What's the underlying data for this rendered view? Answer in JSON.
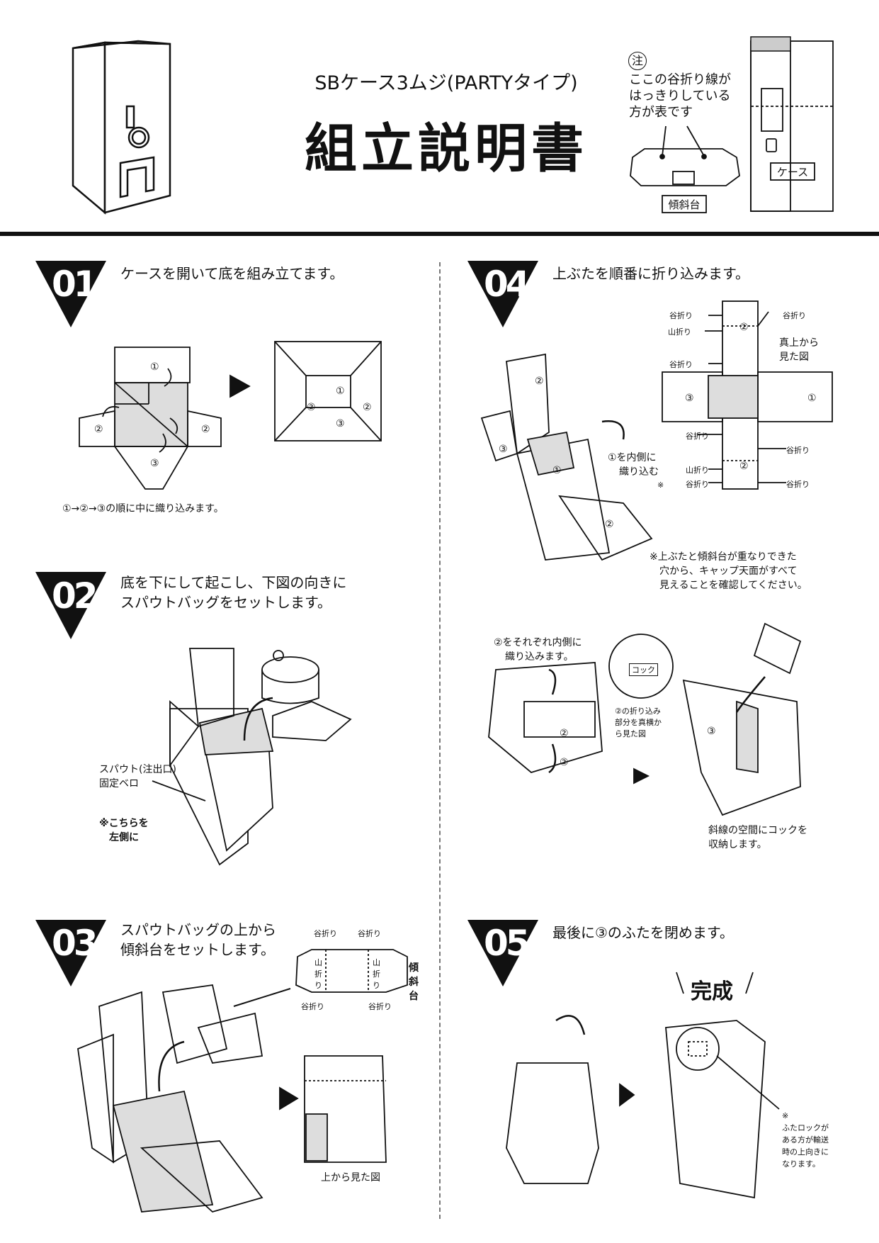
{
  "header": {
    "subtitle": "SBケース3ムジ(PARTYタイプ)",
    "title": "組立説明書",
    "note_mark": "注",
    "note_text": [
      "ここの谷折り線が",
      "はっきりしている",
      "方が表です"
    ],
    "label_incline": "傾斜台",
    "label_case": "ケース"
  },
  "steps": {
    "s1": {
      "num": "01",
      "instruction": "ケースを開いて底を組み立てます。",
      "caption": "①→②→③の順に中に織り込みます。",
      "m1": "①",
      "m2": "②",
      "m3": "③"
    },
    "s2": {
      "num": "02",
      "instruction_l1": "底を下にして起こし、下図の向きに",
      "instruction_l2": "スパウトバッグをセットします。",
      "label_l1": "スパウト(注出口)",
      "label_l2": "固定ベロ",
      "warn_l1": "※こちらを",
      "warn_l2": "左側に"
    },
    "s3": {
      "num": "03",
      "instruction_l1": "スパウトバッグの上から",
      "instruction_l2": "傾斜台をセットします。",
      "valley": "谷折り",
      "mountain": "山折り",
      "incline_vertical": [
        "傾",
        "斜",
        "台"
      ],
      "top_view": "上から見た図"
    },
    "s4": {
      "num": "04",
      "instruction": "上ぶたを順番に折り込みます。",
      "valley": "谷折り",
      "mountain": "山折り",
      "top_view_l1": "真上から",
      "top_view_l2": "見た図",
      "fold_in_l1": "①を内側に",
      "fold_in_l2": "織り込む",
      "asterisk": "※",
      "notice": [
        "※上ぶたと傾斜台が重なりできた",
        "穴から、キャップ天面がすべて",
        "見えることを確認してください。"
      ],
      "fold2_l1": "②をそれぞれ内側に",
      "fold2_l2": "織り込みます。",
      "cock": "コック",
      "side_view": [
        "②の折り込み",
        "部分を真横か",
        "ら見た図"
      ],
      "store": [
        "斜線の空間にコックを",
        "収納します。"
      ]
    },
    "s5": {
      "num": "05",
      "instruction": "最後に③のふたを閉めます。",
      "done": "完成",
      "note": [
        "※",
        "ふたロックが",
        "ある方が輸送",
        "時の上向きに",
        "なります。"
      ]
    }
  }
}
